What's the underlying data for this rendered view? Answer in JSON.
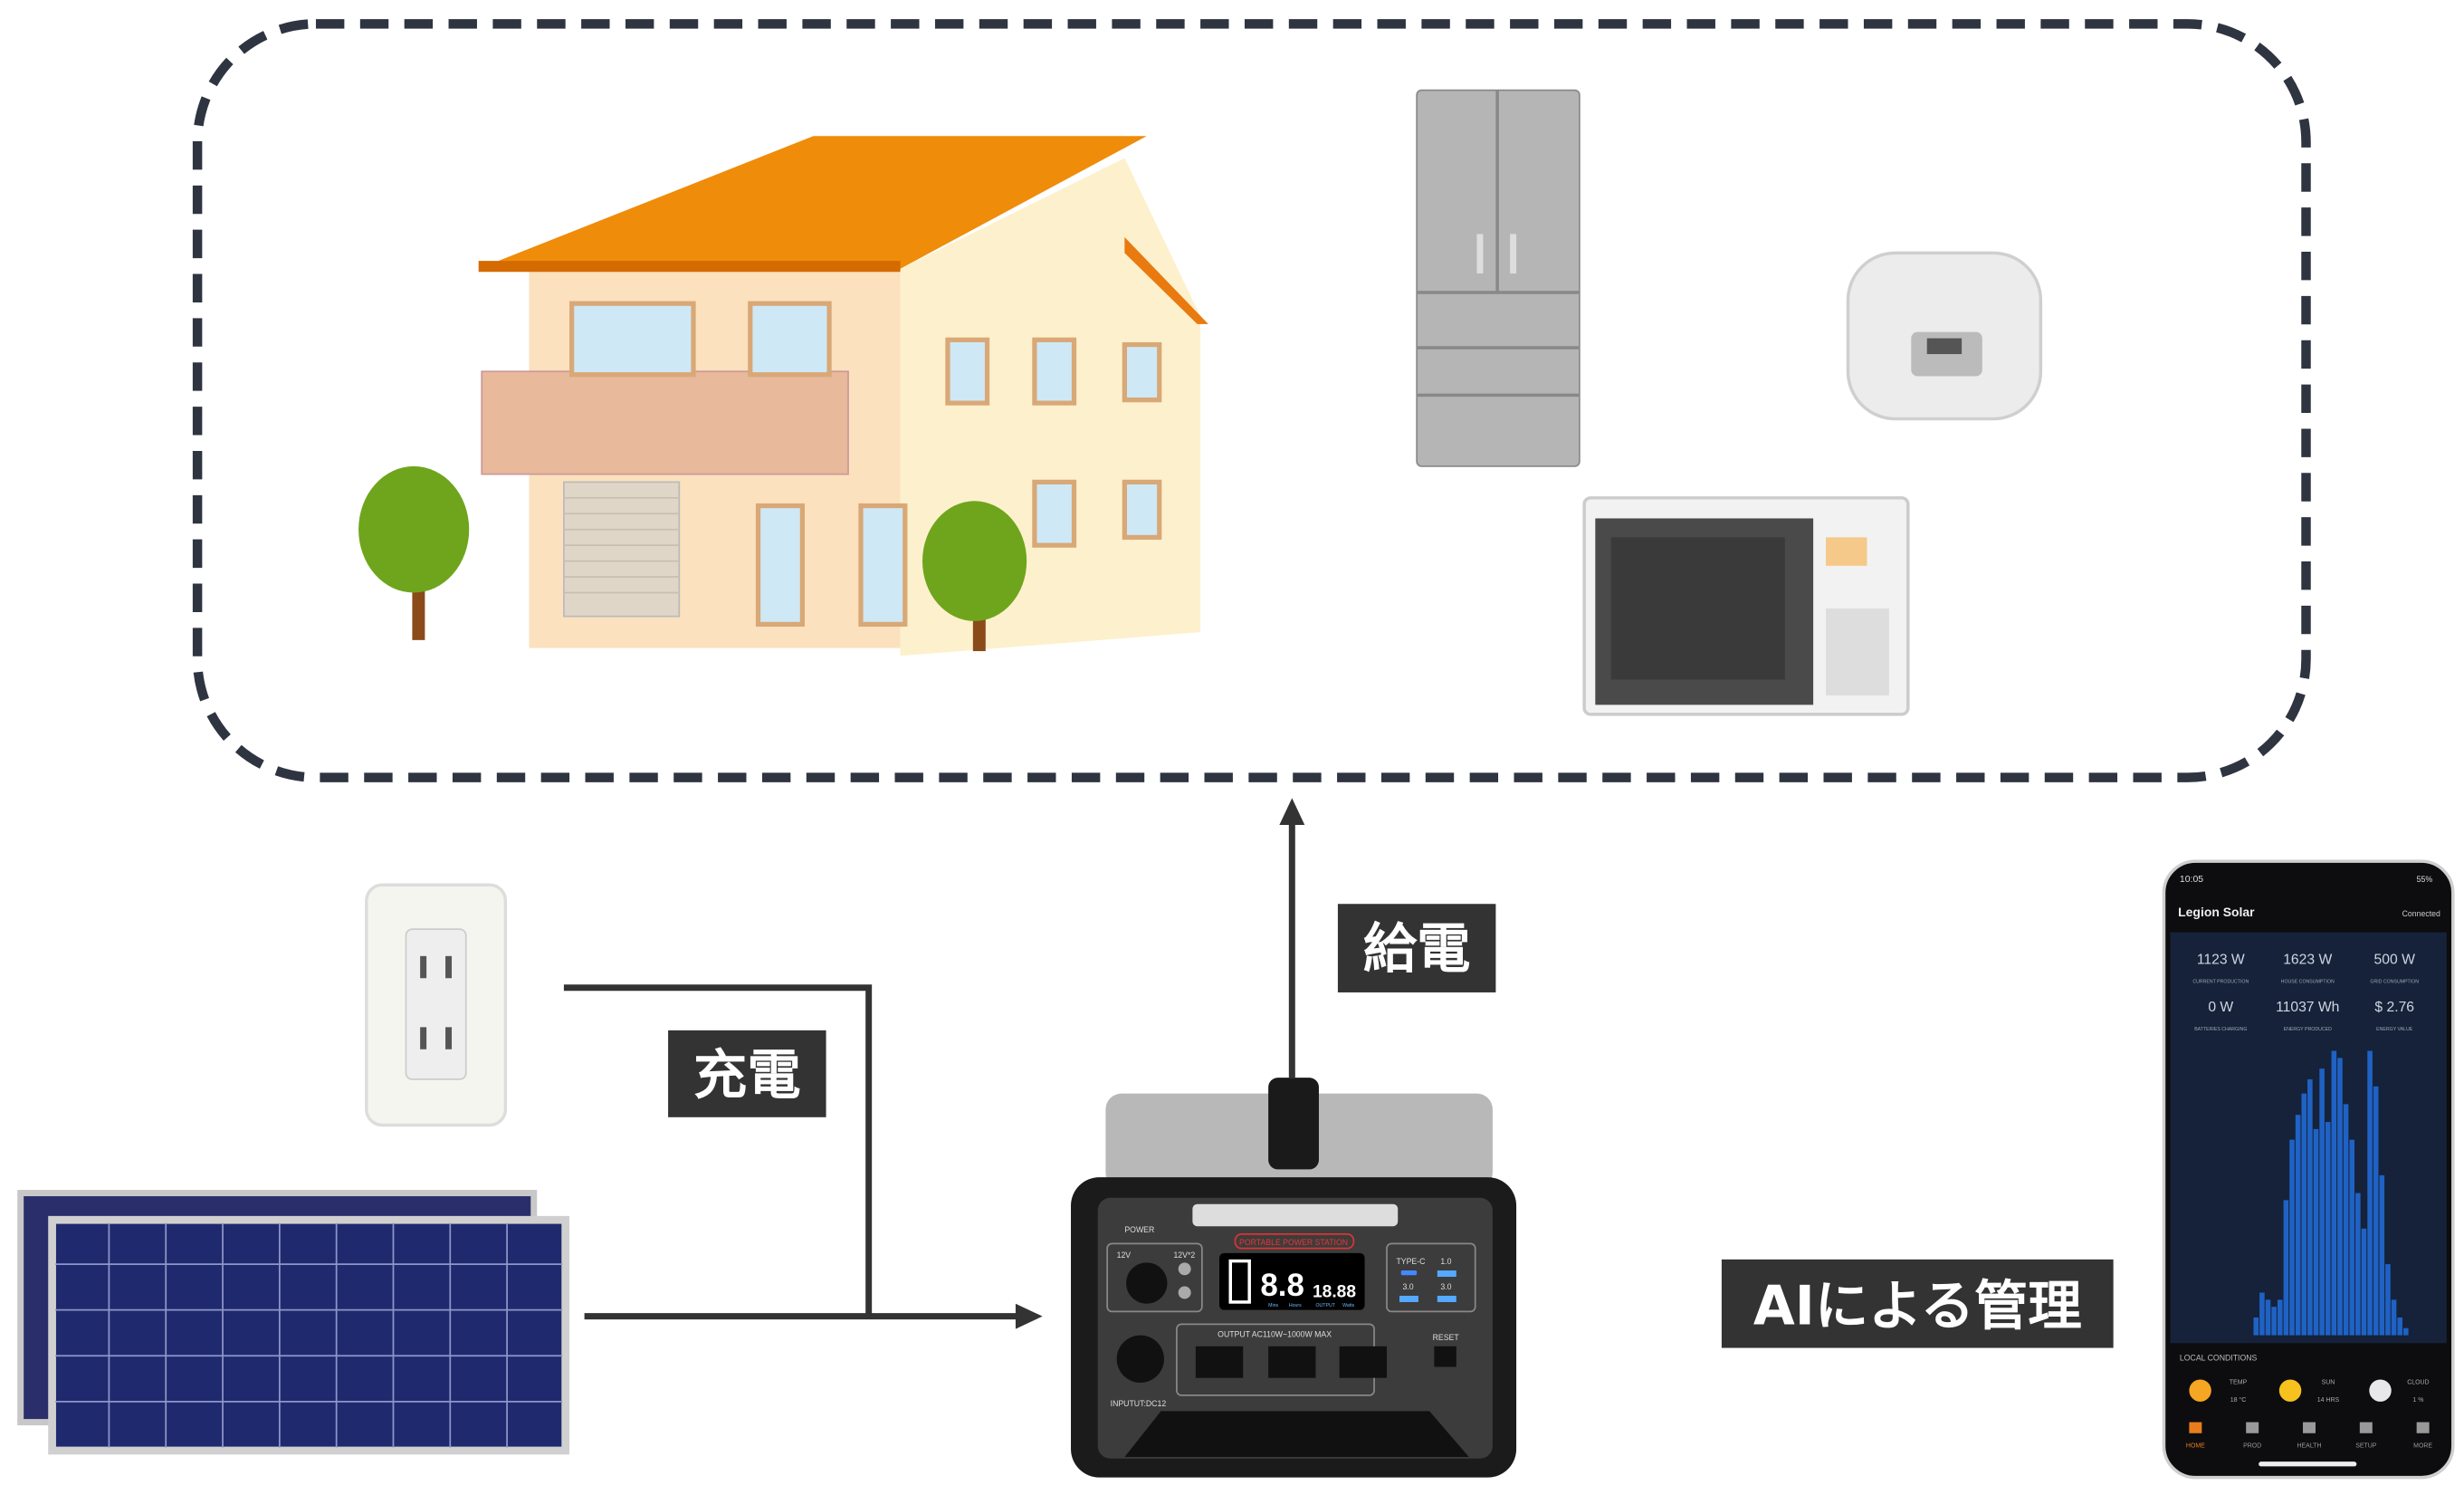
{
  "labels": {
    "supply": "給電",
    "charge": "充電",
    "ai_management": "AIによる管理"
  },
  "colors": {
    "dash_border": "#2e3440",
    "label_bg": "#333333",
    "roof": "#ef8c0a",
    "phone_bar": "#1f62c4",
    "line": "#333333"
  },
  "power_station": {
    "brand_label": "PORTABLE POWER STATION",
    "power_label": "POWER",
    "port_12v": "12V",
    "port_12v2": "12V*2",
    "display_main": "8.8",
    "display_sub": "18.88",
    "display_units": [
      "Mins",
      "Hours",
      "OUTPUT",
      "Watts"
    ],
    "usb_labels": [
      "TYPE-C",
      "1.0",
      "3.0",
      "3.0"
    ],
    "ac_output": "OUTPUT AC110W~1000W MAX",
    "reset": "RESET",
    "input": "INPUTUT:DC12"
  },
  "phone": {
    "time": "10:05",
    "status": "55%",
    "app_title": "Legion Solar",
    "connection": "Connected",
    "stats": [
      {
        "value": "1123 W",
        "label": "CURRENT PRODUCTION"
      },
      {
        "value": "1623 W",
        "label": "HOUSE CONSUMPTION"
      },
      {
        "value": "500 W",
        "label": "GRID CONSUMPTION"
      },
      {
        "value": "0 W",
        "label": "BATTERIES CHARGING"
      },
      {
        "value": "11037 Wh",
        "label": "ENERGY PRODUCED"
      },
      {
        "value": "$ 2.76",
        "label": "ENERGY VALUE"
      }
    ],
    "chart_values": [
      0,
      0,
      0,
      0,
      0,
      0,
      0,
      0,
      0,
      0,
      0,
      5,
      12,
      10,
      8,
      10,
      38,
      55,
      62,
      68,
      72,
      58,
      75,
      60,
      80,
      78,
      65,
      55,
      40,
      30,
      80,
      70,
      45,
      20,
      10,
      5,
      2,
      0,
      0
    ],
    "local_conditions": "LOCAL CONDITIONS",
    "conditions": [
      {
        "label": "TEMP",
        "value": "18 °C"
      },
      {
        "label": "SUN",
        "value": "14 HRS"
      },
      {
        "label": "CLOUD",
        "value": "1 %"
      }
    ],
    "nav": [
      "HOME",
      "PROD",
      "HEALTH",
      "SETUP",
      "MORE"
    ]
  }
}
